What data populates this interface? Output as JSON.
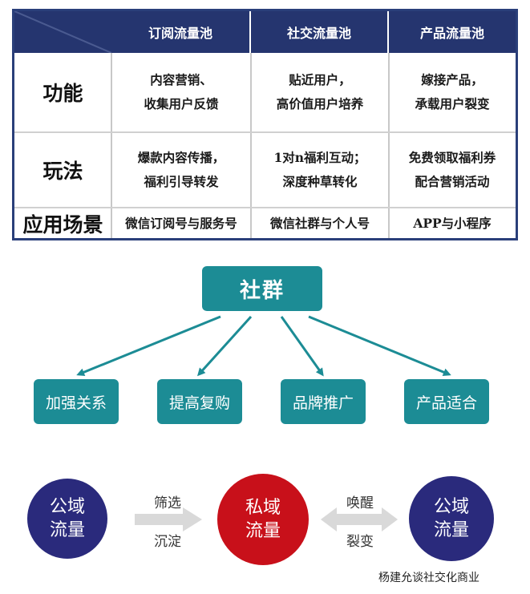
{
  "table": {
    "columns": [
      "订阅流量池",
      "社交流量池",
      "产品流量池"
    ],
    "rows": [
      {
        "label": "功能",
        "cells": [
          [
            "内容营销、",
            "收集用户反馈"
          ],
          [
            "贴近用户，",
            "高价值用户培养"
          ],
          [
            "嫁接产品，",
            "承载用户裂变"
          ]
        ]
      },
      {
        "label": "玩法",
        "cells": [
          [
            "爆款内容传播，",
            "福利引导转发"
          ],
          [
            "1对n福利互动；",
            "深度种草转化"
          ],
          [
            "免费领取福利券",
            "配合营销活动"
          ]
        ]
      },
      {
        "label": "应用场景",
        "cells": [
          [
            "微信订阅号与服务号"
          ],
          [
            "微信社群与个人号"
          ],
          [
            "APP与小程序"
          ]
        ]
      }
    ],
    "colors": {
      "header_bg": "#25356f",
      "border": "#2a3f7a"
    }
  },
  "tree": {
    "root": "社群",
    "children": [
      "加强关系",
      "提高复购",
      "品牌推广",
      "产品适合"
    ],
    "color": "#1c8c95"
  },
  "flow": {
    "left": [
      "公域",
      "流量"
    ],
    "left_arrow_label": [
      "筛选",
      "沉淀"
    ],
    "center": [
      "私域",
      "流量"
    ],
    "right_arrow_label": [
      "唤醒",
      "裂变"
    ],
    "right": [
      "公域",
      "流量"
    ],
    "colors": {
      "public": "#2a2a7c",
      "private": "#c8101a",
      "arrow": "#d9d9d9"
    }
  },
  "credit": "杨建允谈社交化商业"
}
